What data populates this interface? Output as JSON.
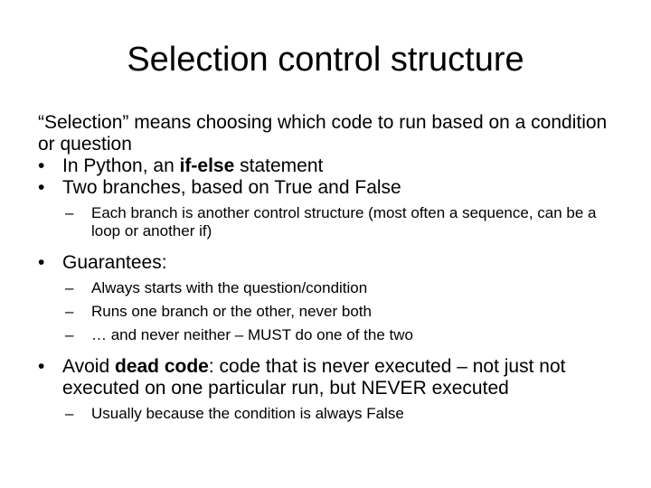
{
  "slide": {
    "title": "Selection control structure",
    "intro": "“Selection” means choosing which code to run based on a condition or question",
    "bullet_mark": "•",
    "dash_mark": "–",
    "b1": {
      "pre": "In Python, an ",
      "bold": "if-else",
      "post": " statement"
    },
    "b2": "Two branches, based on True and False",
    "b2_sub1": "Each branch is another control structure (most often a sequence, can be a loop or another if)",
    "b3": "Guarantees:",
    "b3_sub": [
      "Always starts with the question/condition",
      "Runs one branch or the other, never both",
      "… and never neither – MUST do one of the two"
    ],
    "b4": {
      "pre": "Avoid ",
      "bold": "dead code",
      "post": ":  code that is never executed – not just not executed on one particular run, but NEVER executed"
    },
    "b4_sub1": "Usually because the condition is always False"
  }
}
